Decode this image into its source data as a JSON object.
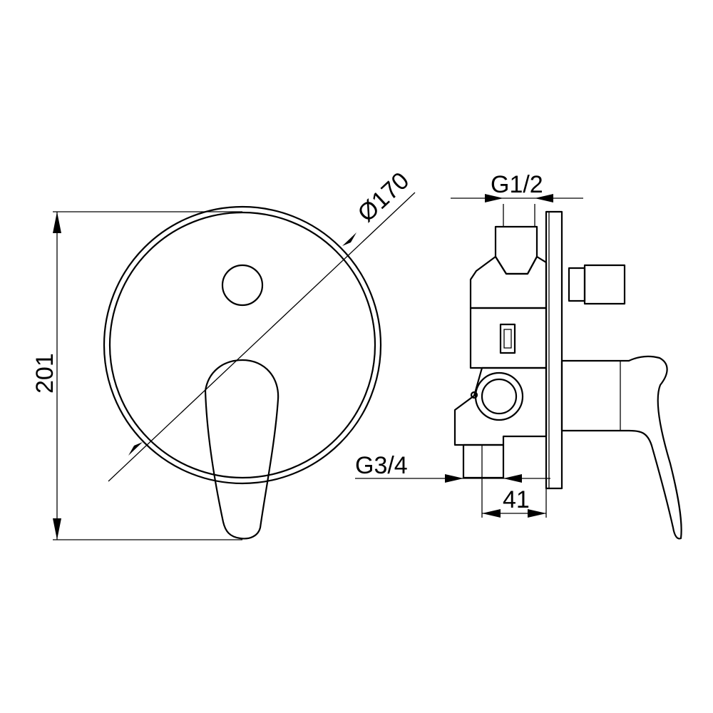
{
  "dimensions": {
    "height": "201",
    "diameter": "Ø170",
    "inlet_thread": "G1/2",
    "outlet_thread": "G3/4",
    "depth": "41"
  }
}
